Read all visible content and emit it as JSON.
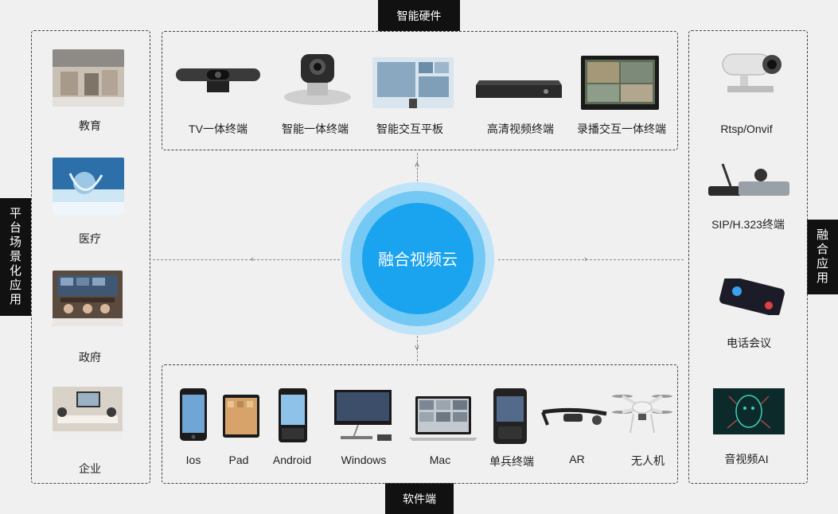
{
  "sections": {
    "hardware_title": "智能硬件",
    "software_title": "软件端",
    "left_title": "平台场景化应用",
    "right_title": "融合应用"
  },
  "center": {
    "label": "融合视频云"
  },
  "hardware": [
    "TV一体终端",
    "智能一体终端",
    "智能交互平板",
    "高清视频终端",
    "录播交互一体终端"
  ],
  "software": [
    "Ios",
    "Pad",
    "Android",
    "Windows",
    "Mac",
    "单兵终端",
    "AR",
    "无人机"
  ],
  "scenarios": [
    "教育",
    "医疗",
    "政府",
    "企业"
  ],
  "fusion": [
    "Rtsp/Onvif",
    "SIP/H.323终端",
    "电话会议",
    "音视频AI"
  ],
  "colors": {
    "circle_outer": "#bfe4f9",
    "circle_mid": "#6cc4f3",
    "circle_inner": "#1aa3ee",
    "tab_bg": "#111111"
  }
}
